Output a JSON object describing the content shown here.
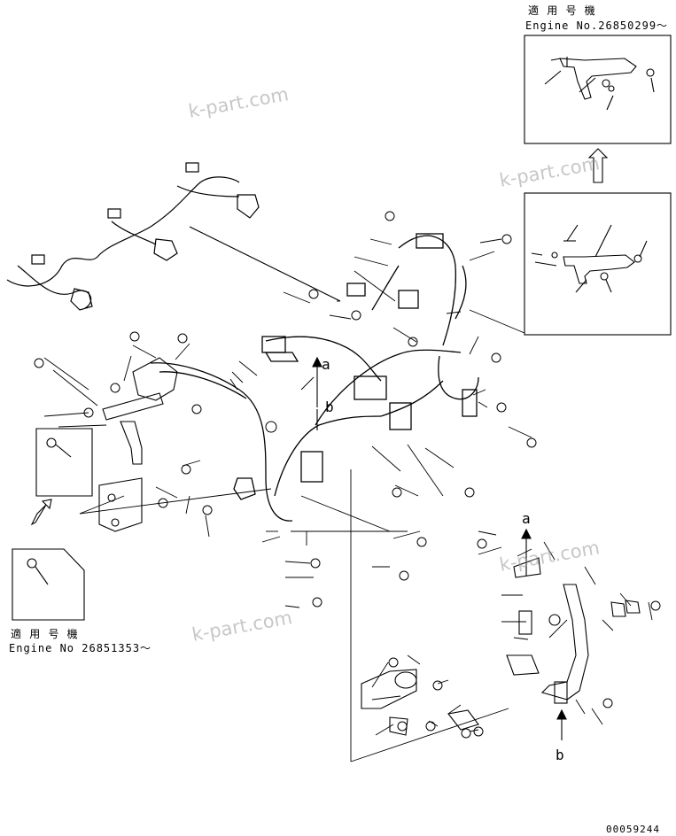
{
  "inset_top_right": {
    "applicable_label": "適 用 号 機",
    "engine_label": "Engine No.26850299～"
  },
  "inset_left": {
    "applicable_label": "適 用 号 機",
    "engine_label": "Engine No 26851353～"
  },
  "view_labels": [
    "a",
    "b"
  ],
  "watermark": "k-part.com",
  "drawing_number": "00059244",
  "colors": {
    "line": "#000000",
    "watermark": "#9a9a9a",
    "background": "#ffffff"
  }
}
